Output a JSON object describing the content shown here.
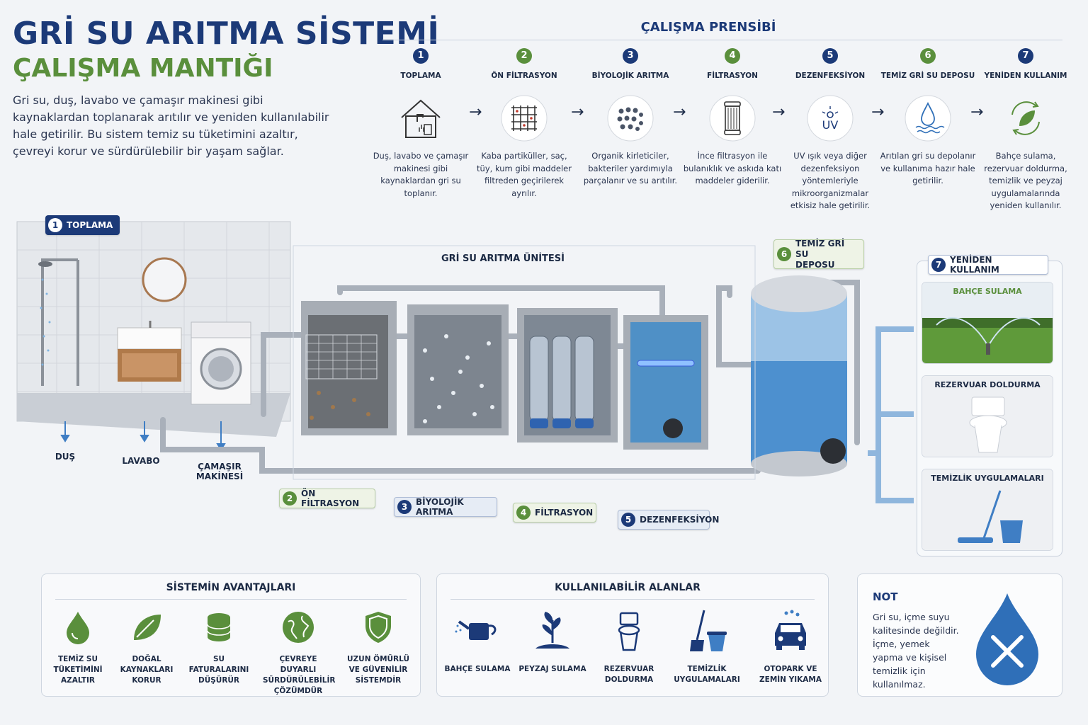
{
  "header": {
    "title_line1": "GRİ SU ARITMA SİSTEMİ",
    "title_line2": "ÇALIŞMA MANTIĞI",
    "intro": "Gri su, duş, lavabo ve çamaşır makinesi gibi kaynaklardan toplanarak arıtılır ve yeniden kullanılabilir hale getirilir. Bu sistem temiz su tüketimini azaltır, çevreyi korur ve sürdürülebilir bir yaşam sağlar."
  },
  "principle": {
    "title": "ÇALIŞMA PRENSİBİ",
    "steps": [
      {
        "num": "1",
        "label": "TOPLAMA",
        "desc": "Duş, lavabo ve çamaşır makinesi gibi kaynaklardan gri su toplanır.",
        "color": "blue",
        "icon": "house-icon"
      },
      {
        "num": "2",
        "label": "ÖN FİLTRASYON",
        "desc": "Kaba partiküller, saç, tüy, kum gibi maddeler filtreden geçirilerek ayrılır.",
        "color": "green",
        "icon": "mesh-filter-icon"
      },
      {
        "num": "3",
        "label": "BİYOLOJİK ARITMA",
        "desc": "Organik kirleticiler, bakteriler yardımıyla parçalanır ve su arıtılır.",
        "color": "blue",
        "icon": "bacteria-icon"
      },
      {
        "num": "4",
        "label": "FİLTRASYON",
        "desc": "İnce filtrasyon ile bulanıklık ve askıda katı maddeler giderilir.",
        "color": "green",
        "icon": "cartridge-filter-icon"
      },
      {
        "num": "5",
        "label": "DEZENFEKSİYON",
        "desc": "UV ışık veya diğer dezenfeksiyon yöntemleriyle mikroorganizmalar etkisiz hale getirilir.",
        "color": "blue",
        "icon": "uv-icon"
      },
      {
        "num": "6",
        "label": "TEMİZ GRİ SU DEPOSU",
        "desc": "Arıtılan gri su depolanır ve kullanıma hazır hale getirilir.",
        "color": "green",
        "icon": "water-drop-icon"
      },
      {
        "num": "7",
        "label": "YENİDEN KULLANIM",
        "desc": "Bahçe sulama, rezervuar doldurma, temizlik ve peyzaj uygulamalarında yeniden kullanılır.",
        "color": "blue",
        "icon": "recycle-leaf-icon"
      }
    ]
  },
  "diagram": {
    "collection_tag": {
      "num": "1",
      "label": "TOPLAMA"
    },
    "sources": [
      "DUŞ",
      "LAVABO",
      "ÇAMAŞIR MAKİNESİ"
    ],
    "unit_title": "GRİ SU ARITMA ÜNİTESİ",
    "stage_tags": [
      {
        "num": "2",
        "label": "ÖN FİLTRASYON"
      },
      {
        "num": "3",
        "label": "BİYOLOJİK ARITMA"
      },
      {
        "num": "4",
        "label": "FİLTRASYON"
      },
      {
        "num": "5",
        "label": "DEZENFEKSİYON"
      }
    ],
    "tank_tag": {
      "num": "6",
      "label_line1": "TEMİZ GRİ SU",
      "label_line2": "DEPOSU"
    },
    "reuse": {
      "num": "7",
      "title": "YENİDEN KULLANIM",
      "cards": [
        "BAHÇE SULAMA",
        "REZERVUAR DOLDURMA",
        "TEMİZLİK UYGULAMALARI"
      ]
    }
  },
  "advantages": {
    "title": "SİSTEMİN AVANTAJLARI",
    "items": [
      {
        "label": "TEMİZ SU TÜKETİMİNİ AZALTIR",
        "icon": "drop-icon"
      },
      {
        "label": "DOĞAL KAYNAKLARI KORUR",
        "icon": "leaf-icon"
      },
      {
        "label": "SU FATURALARINI DÜŞÜRÜR",
        "icon": "coins-icon"
      },
      {
        "label": "ÇEVREYE DUYARLI SÜRDÜRÜLEBİLİR ÇÖZÜMDÜR",
        "icon": "globe-icon"
      },
      {
        "label": "UZUN ÖMÜRLÜ VE GÜVENİLİR SİSTEMDİR",
        "icon": "shield-icon"
      }
    ]
  },
  "usage": {
    "title": "KULLANILABİLİR ALANLAR",
    "items": [
      {
        "label": "BAHÇE SULAMA",
        "icon": "watering-can-icon"
      },
      {
        "label": "PEYZAJ SULAMA",
        "icon": "plant-icon"
      },
      {
        "label": "REZERVUAR DOLDURMA",
        "icon": "toilet-icon"
      },
      {
        "label": "TEMİZLİK UYGULAMALARI",
        "icon": "broom-bucket-icon"
      },
      {
        "label": "OTOPARK VE ZEMİN YIKAMA",
        "icon": "car-wash-icon"
      }
    ]
  },
  "note": {
    "title": "NOT",
    "text": "Gri su, içme suyu kalitesinde değildir. İçme, yemek yapma ve kişisel temizlik için kullanılmaz."
  },
  "colors": {
    "navy": "#1c3a78",
    "green": "#5a8f3c",
    "water": "#5b9bd5",
    "concrete": "#b9bec5"
  }
}
